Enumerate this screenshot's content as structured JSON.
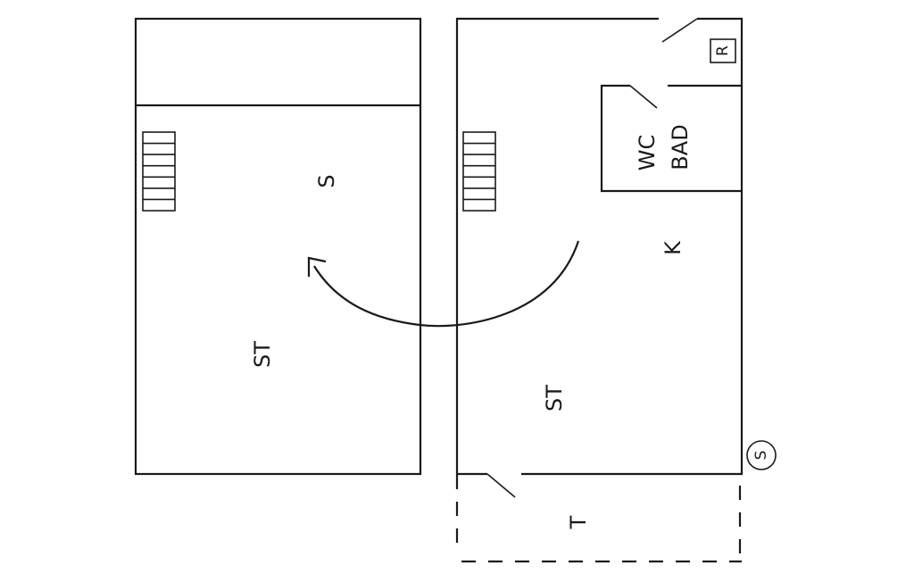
{
  "plan": {
    "left_unit": {
      "room_upper": "S",
      "room_lower": "ST"
    },
    "right_unit": {
      "wet_room_line1": "WC",
      "wet_room_line2": "BAD",
      "kitchen": "K",
      "living": "ST",
      "terrace": "T",
      "box_marker": "R"
    },
    "circle_marker": "S"
  }
}
